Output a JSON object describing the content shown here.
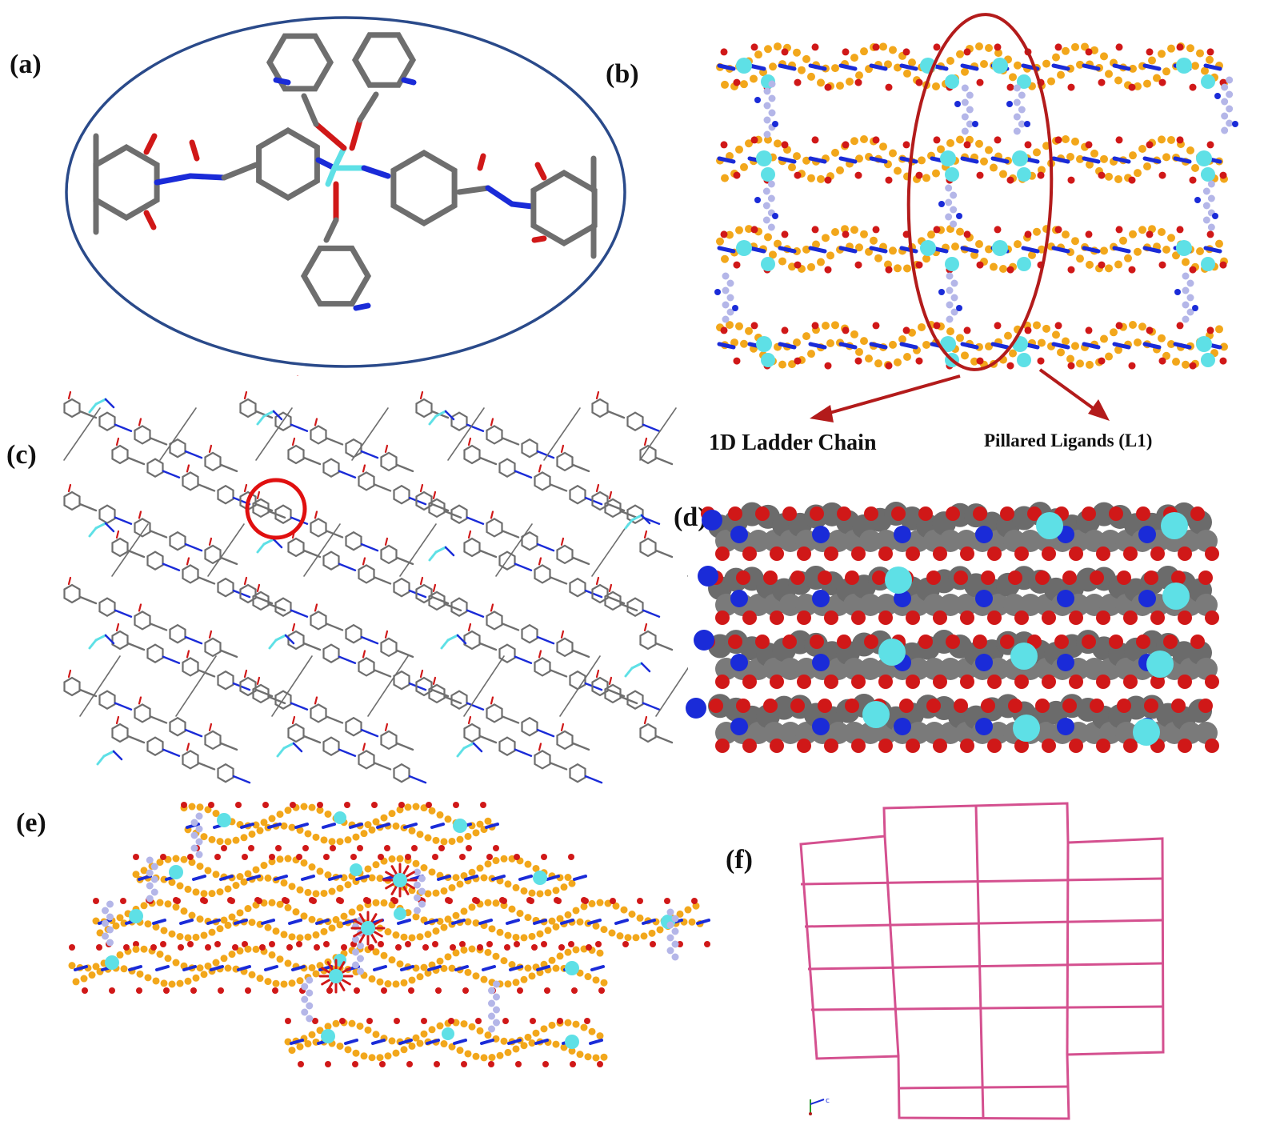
{
  "labels": {
    "a": "(a)",
    "b": "(b)",
    "c": "(c)",
    "d": "(d)",
    "e": "(e)",
    "f": "(f)"
  },
  "captions": {
    "ladder": "1D Ladder Chain",
    "pillared": "Pillared Ligands (L1)"
  },
  "axis": {
    "label": "c"
  },
  "colors": {
    "carbon_stick": "#6e6e6e",
    "oxygen": "#d01818",
    "nitrogen": "#1a2bd8",
    "metal": "#5ee0e6",
    "ligand_orange": "#f2a71b",
    "pillar_lavender": "#b4b6e8",
    "ellipse_blue": "#2a4a8a",
    "highlight_red": "#b31b1b",
    "net_pink": "#d4508f",
    "sphere_grey": "#6b6b6b"
  }
}
